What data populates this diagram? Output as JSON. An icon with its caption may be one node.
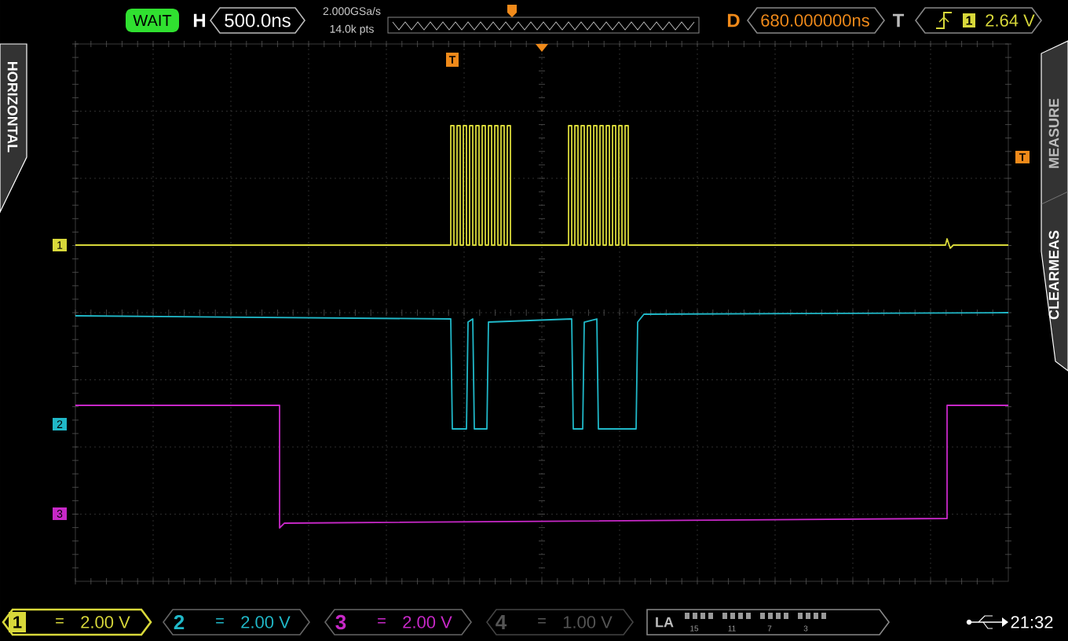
{
  "diagram": {
    "labels": [
      "WAIT",
      "H",
      "500.0ns",
      "2.000GSa/s",
      "14.0k pts",
      "D",
      "680.000000ns",
      "T",
      "1",
      "2.64 V",
      "T",
      "HORIZONTAL",
      "MEASURE",
      "CLEARMEAS",
      "T",
      "1",
      "2",
      "3",
      "1",
      "=",
      "2.00 V",
      "2",
      "=",
      "2.00 V",
      "3",
      "=",
      "2.00 V",
      "4",
      "=",
      "1.00 V",
      "LA",
      "15",
      "11",
      "7",
      "3",
      "21:32"
    ]
  }
}
